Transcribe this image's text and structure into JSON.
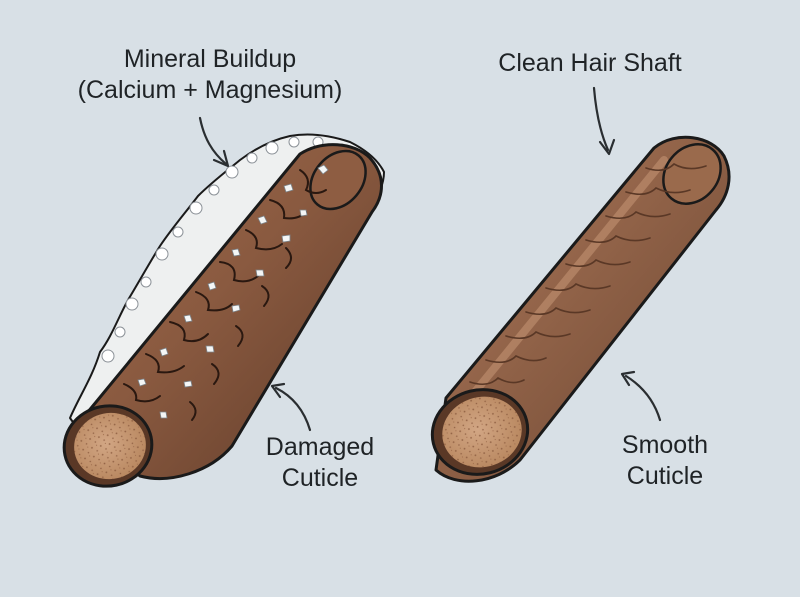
{
  "labels": {
    "mineral_line1": "Mineral Buildup",
    "mineral_line2": "(Calcium + Magnesium)",
    "clean": "Clean Hair Shaft",
    "damaged_line1": "Damaged",
    "damaged_line2": "Cuticle",
    "smooth_line1": "Smooth",
    "smooth_line2": "Cuticle"
  },
  "colors": {
    "background": "#d8e0e6",
    "hair_brown": "#8a5a40",
    "hair_dark": "#5e3a28",
    "hair_light": "#a8775a",
    "cross_section": "#c79a78",
    "mineral_deposit": "#eef0f0",
    "outline": "#1a1a1a"
  },
  "icons": [
    "arrow-icon"
  ]
}
